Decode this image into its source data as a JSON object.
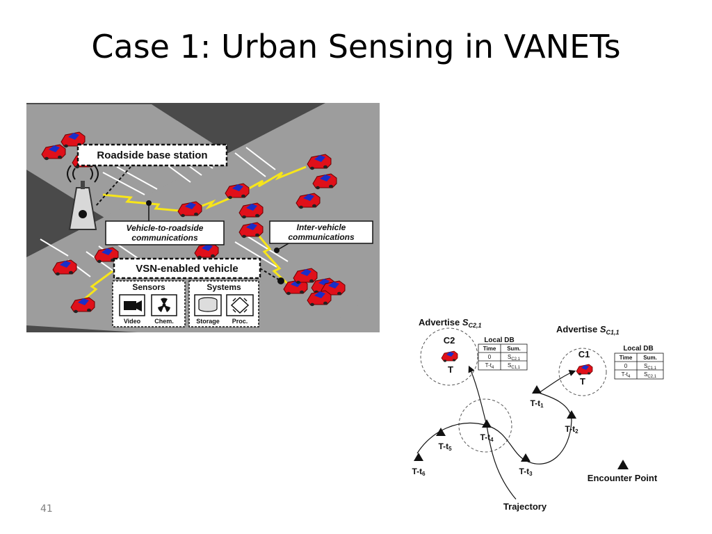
{
  "slide": {
    "title": "Case 1: Urban Sensing in VANETs",
    "page_number": "41"
  },
  "urban_figure": {
    "labels": {
      "roadside_base_station": "Roadside base station",
      "v2r_line1": "Vehicle-to-roadside",
      "v2r_line2": "communications",
      "iv_line1": "Inter-vehicle",
      "iv_line2": "communications",
      "vsn_vehicle": "VSN-enabled vehicle",
      "sensors": "Sensors",
      "systems": "Systems",
      "video": "Video",
      "chem": "Chem.",
      "storage": "Storage",
      "proc": "Proc."
    },
    "colors": {
      "road": "#9b9b9b",
      "background": "#4a4a4a",
      "car": "#e0101a",
      "car_window": "#1a2ec8",
      "link": "#f7e51a"
    }
  },
  "encounter_figure": {
    "advertise_c2_prefix": "Advertise ",
    "advertise_c2_sym": "S",
    "advertise_c2_sub": "C2,1",
    "advertise_c1_prefix": "Advertise ",
    "advertise_c1_sym": "S",
    "advertise_c1_sub": "C1,1",
    "c2_label": "C2",
    "c1_label": "C1",
    "t_label": "T",
    "local_db_title": "Local DB",
    "c2_db": {
      "headers": [
        "Time",
        "Sum."
      ],
      "rows": [
        {
          "time": "0",
          "sum_sym": "S",
          "sum_sub": "C2,1"
        },
        {
          "time_prefix": "T-t",
          "time_sub": "4",
          "sum_sym": "S",
          "sum_sub": "C1,1"
        }
      ]
    },
    "c1_db": {
      "headers": [
        "Time",
        "Sum."
      ],
      "rows": [
        {
          "time": "0",
          "sum_sym": "S",
          "sum_sub": "C1,1"
        },
        {
          "time_prefix": "T-t",
          "time_sub": "4",
          "sum_sym": "S",
          "sum_sub": "C2,1"
        }
      ]
    },
    "points": [
      {
        "prefix": "T-t",
        "sub": "1"
      },
      {
        "prefix": "T-t",
        "sub": "2"
      },
      {
        "prefix": "T-t",
        "sub": "3"
      },
      {
        "prefix": "T-t",
        "sub": "4"
      },
      {
        "prefix": "T-t",
        "sub": "5"
      },
      {
        "prefix": "T-t",
        "sub": "6"
      }
    ],
    "legend_label": "Encounter Point",
    "trajectory_label": "Trajectory"
  }
}
